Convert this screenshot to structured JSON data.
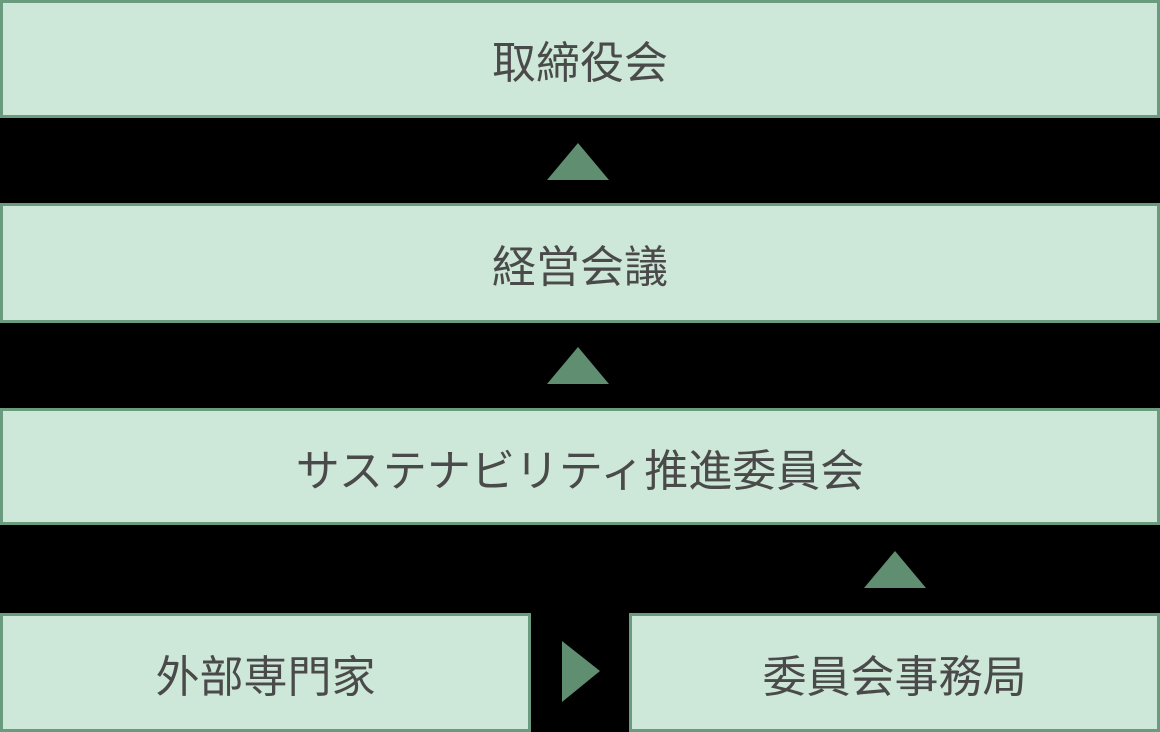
{
  "colors": {
    "background": "#000000",
    "box_fill": "#cde7d8",
    "box_border": "#6b9b7f",
    "arrow": "#5f8e71",
    "text": "#4a4a4a"
  },
  "diagram": {
    "nodes": [
      {
        "id": "board",
        "label": "取締役会"
      },
      {
        "id": "management",
        "label": "経営会議"
      },
      {
        "id": "committee",
        "label": "サステナビリティ推進委員会"
      },
      {
        "id": "external-experts",
        "label": "外部専門家"
      },
      {
        "id": "secretariat",
        "label": "委員会事務局"
      }
    ],
    "arrows": [
      {
        "icon": "arrow-up-icon",
        "direction": "up",
        "from": "経営会議",
        "to": "取締役会"
      },
      {
        "icon": "arrow-up-icon",
        "direction": "up",
        "from": "サステナビリティ推進委員会",
        "to": "経営会議"
      },
      {
        "icon": "arrow-up-icon",
        "direction": "up",
        "from": "委員会事務局",
        "to": "サステナビリティ推進委員会"
      },
      {
        "icon": "arrow-right-icon",
        "direction": "right",
        "from": "外部専門家",
        "to": "委員会事務局"
      }
    ]
  }
}
